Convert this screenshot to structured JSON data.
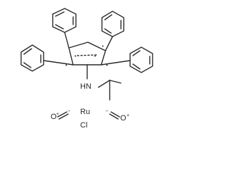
{
  "structure": {
    "labels": {
      "amine": "HN",
      "metal": "Ru",
      "halide": "Cl",
      "carbonyl_left_c": "C",
      "carbonyl_left_o": "O",
      "carbonyl_right_c": "C",
      "carbonyl_right_o": "O"
    },
    "charges": {
      "plus": "+",
      "minus": "−",
      "radical": "•"
    }
  }
}
